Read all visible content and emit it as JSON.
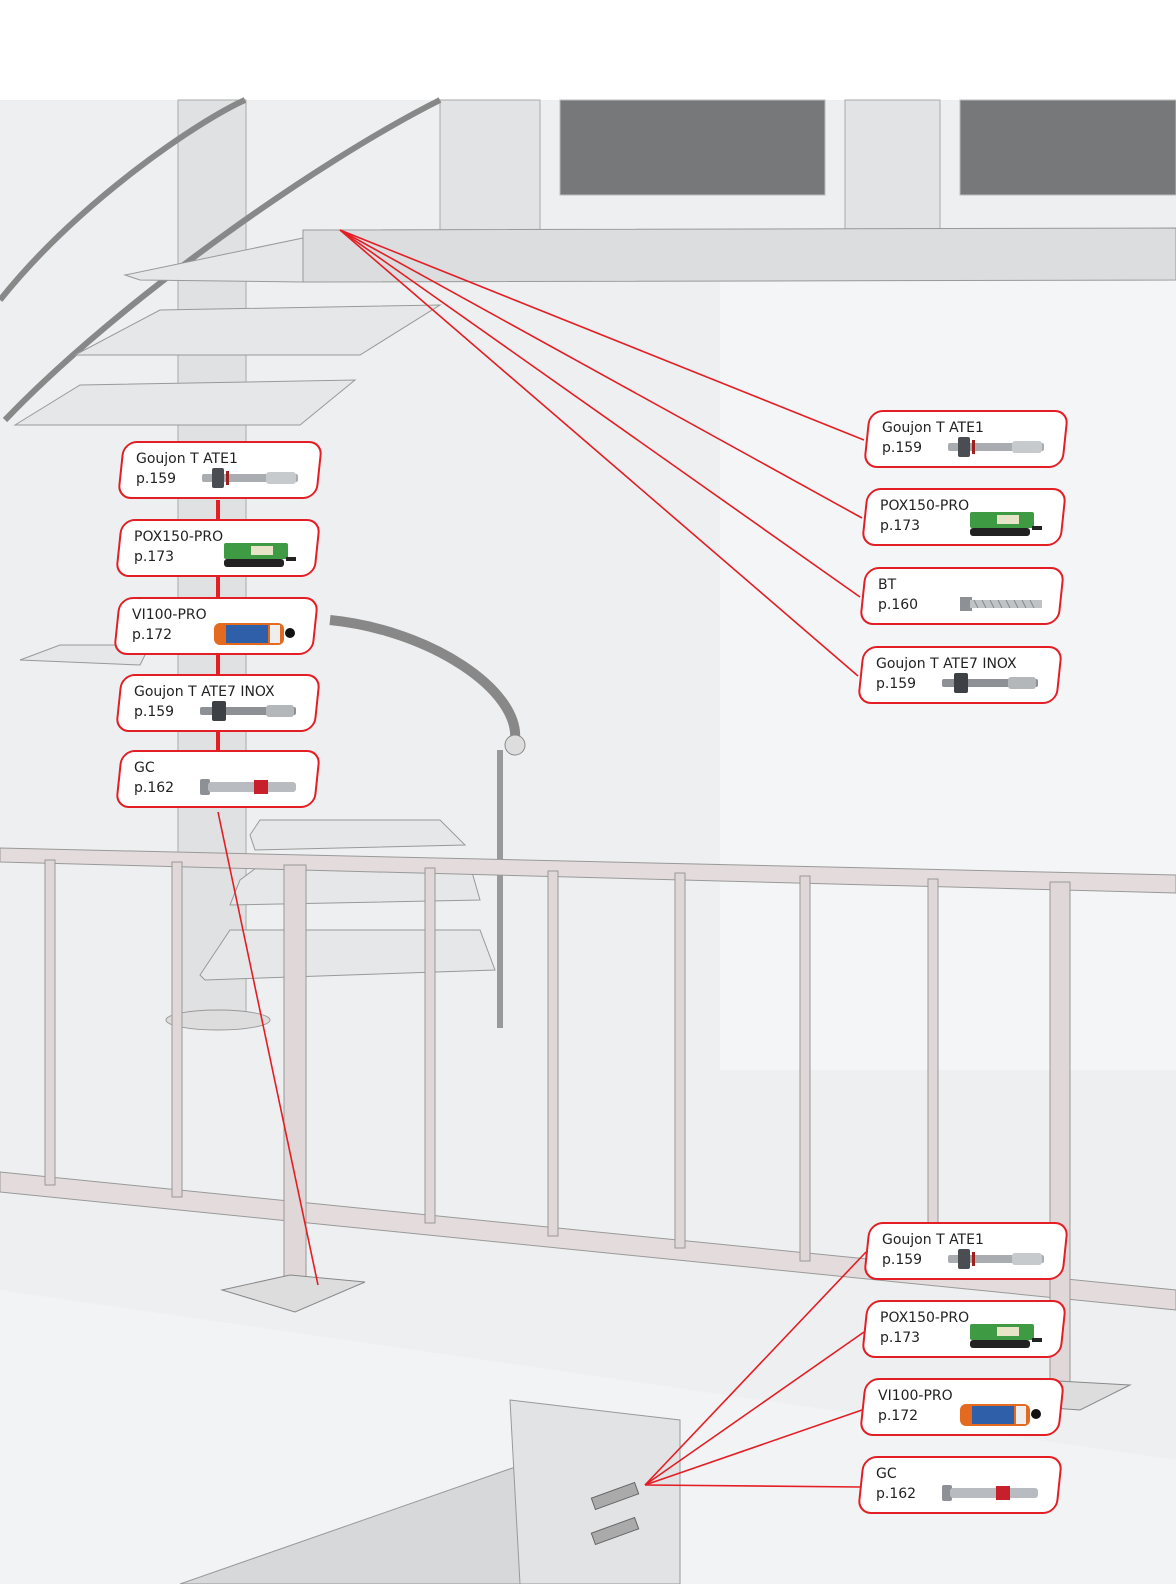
{
  "accent_color": "#e31e24",
  "left_group": [
    {
      "name": "Goujon T ATE1",
      "page": "p.159",
      "icon": "wedge-anchor-icon"
    },
    {
      "name": "POX150-PRO",
      "page": "p.173",
      "icon": "green-cartridge-icon"
    },
    {
      "name": "VI100-PRO",
      "page": "p.172",
      "icon": "orange-cartridge-icon"
    },
    {
      "name": "Goujon T ATE7 INOX",
      "page": "p.159",
      "icon": "stainless-anchor-icon"
    },
    {
      "name": "GC",
      "page": "p.162",
      "icon": "sleeve-anchor-icon"
    }
  ],
  "right_top_group": [
    {
      "name": "Goujon T ATE1",
      "page": "p.159",
      "icon": "wedge-anchor-icon"
    },
    {
      "name": "POX150-PRO",
      "page": "p.173",
      "icon": "green-cartridge-icon"
    },
    {
      "name": "BT",
      "page": "p.160",
      "icon": "concrete-screw-icon"
    },
    {
      "name": "Goujon T ATE7 INOX",
      "page": "p.159",
      "icon": "stainless-anchor-icon"
    }
  ],
  "right_bottom_group": [
    {
      "name": "Goujon T ATE1",
      "page": "p.159",
      "icon": "wedge-anchor-icon"
    },
    {
      "name": "POX150-PRO",
      "page": "p.173",
      "icon": "green-cartridge-icon"
    },
    {
      "name": "VI100-PRO",
      "page": "p.172",
      "icon": "orange-cartridge-icon"
    },
    {
      "name": "GC",
      "page": "p.162",
      "icon": "sleeve-anchor-icon"
    }
  ]
}
